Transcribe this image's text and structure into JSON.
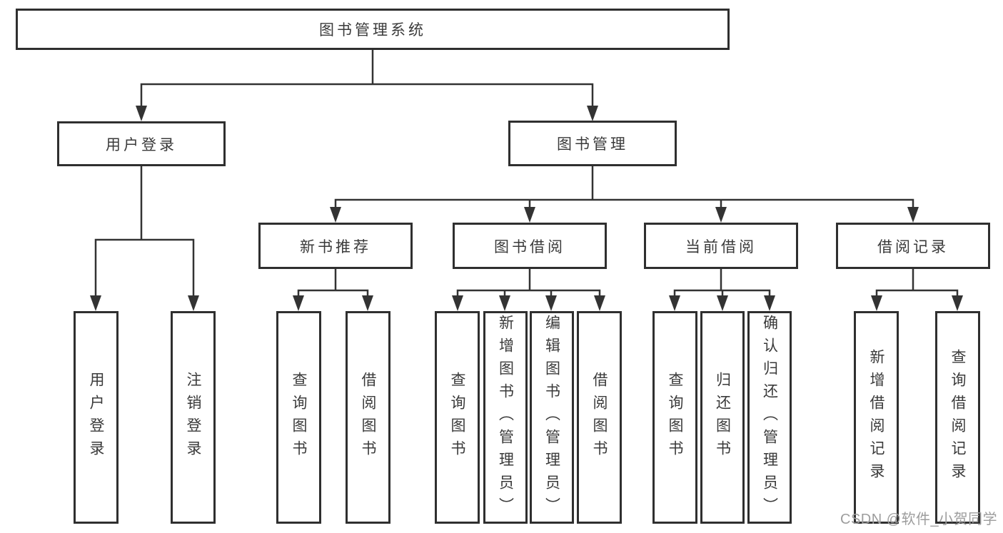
{
  "diagram": {
    "type": "hierarchy-tree",
    "root": {
      "label": "图书管理系统",
      "children": [
        {
          "label": "用户登录",
          "children": [
            {
              "label": "用户登录"
            },
            {
              "label": "注销登录"
            }
          ]
        },
        {
          "label": "图书管理",
          "children": [
            {
              "label": "新书推荐",
              "children": [
                {
                  "label": "查询图书"
                },
                {
                  "label": "借阅图书"
                }
              ]
            },
            {
              "label": "图书借阅",
              "children": [
                {
                  "label": "查询图书"
                },
                {
                  "label": "新增图书（管理员）"
                },
                {
                  "label": "编辑图书（管理员）"
                },
                {
                  "label": "借阅图书"
                }
              ]
            },
            {
              "label": "当前借阅",
              "children": [
                {
                  "label": "查询图书"
                },
                {
                  "label": "归还图书"
                },
                {
                  "label": "确认归还（管理员）"
                }
              ]
            },
            {
              "label": "借阅记录",
              "children": [
                {
                  "label": "新增借阅记录"
                },
                {
                  "label": "查询借阅记录"
                }
              ]
            }
          ]
        }
      ]
    }
  },
  "watermark": {
    "text": "CSDN @软件_小贺同学"
  },
  "colors": {
    "background": "#ffffff",
    "box_border": "#2f2f2f",
    "connector": "#333333",
    "text": "#3a3a3a",
    "watermark": "#9d9d9d"
  }
}
